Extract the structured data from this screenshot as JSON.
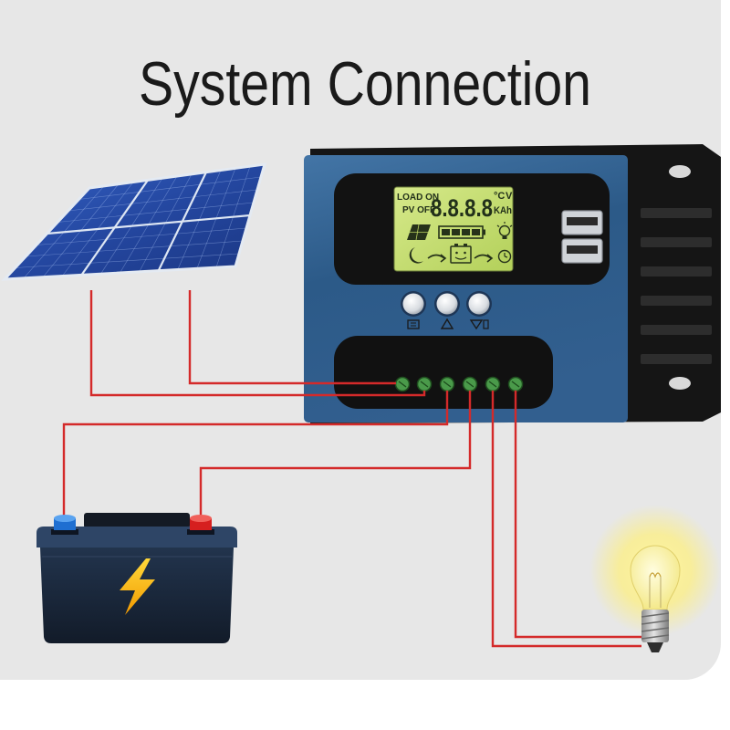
{
  "title": "System Connection",
  "controller": {
    "lcd": {
      "load_on": "LOAD ON",
      "pv_off": "PV OFF",
      "digits": "8.8.8.8",
      "unit_temp": "°C",
      "unit_volt": "V",
      "unit_capacity": "KAh"
    },
    "button_icons": [
      "menu-icon",
      "up-arrow-icon",
      "down-arrow-icon"
    ],
    "lcd_icons": [
      "solar-panel-icon",
      "battery-level-icon",
      "bulb-icon",
      "moon-icon",
      "arrow-icon",
      "battery-face-icon",
      "arrow-icon",
      "timer-bulb-icon"
    ],
    "terminal_count": 6
  },
  "components": [
    "solar-panel",
    "charge-controller",
    "battery",
    "light-bulb"
  ],
  "colors": {
    "background": "#e7e7e7",
    "wire": "#d42a2a",
    "controller_blue": "#2f5d8c",
    "controller_black": "#151515",
    "lcd_green": "#c7df74",
    "terminal_green": "#4a9a4a",
    "battery_body": "#1c2a3d",
    "battery_negative": "#1f6fd1",
    "battery_positive": "#d61f1f",
    "bolt": "#f7b500",
    "bulb_glow": "#fff59a"
  }
}
